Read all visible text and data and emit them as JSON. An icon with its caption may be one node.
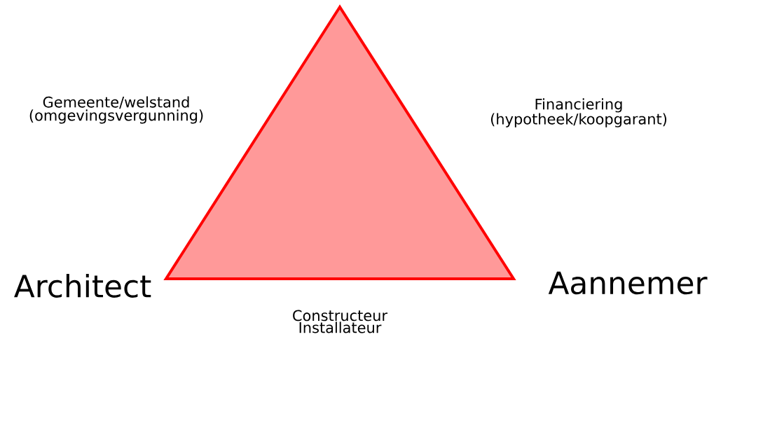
{
  "diagram": {
    "nodes": [
      {
        "text": [],
        "shape": "triangle"
      }
    ],
    "labels": [
      "Gemeente/welstand (omgevingsvergunning)",
      "Financiering (hypotheek/koopgarant)",
      "Architect",
      "Aannemer",
      "Constructeur Installateur"
    ]
  }
}
